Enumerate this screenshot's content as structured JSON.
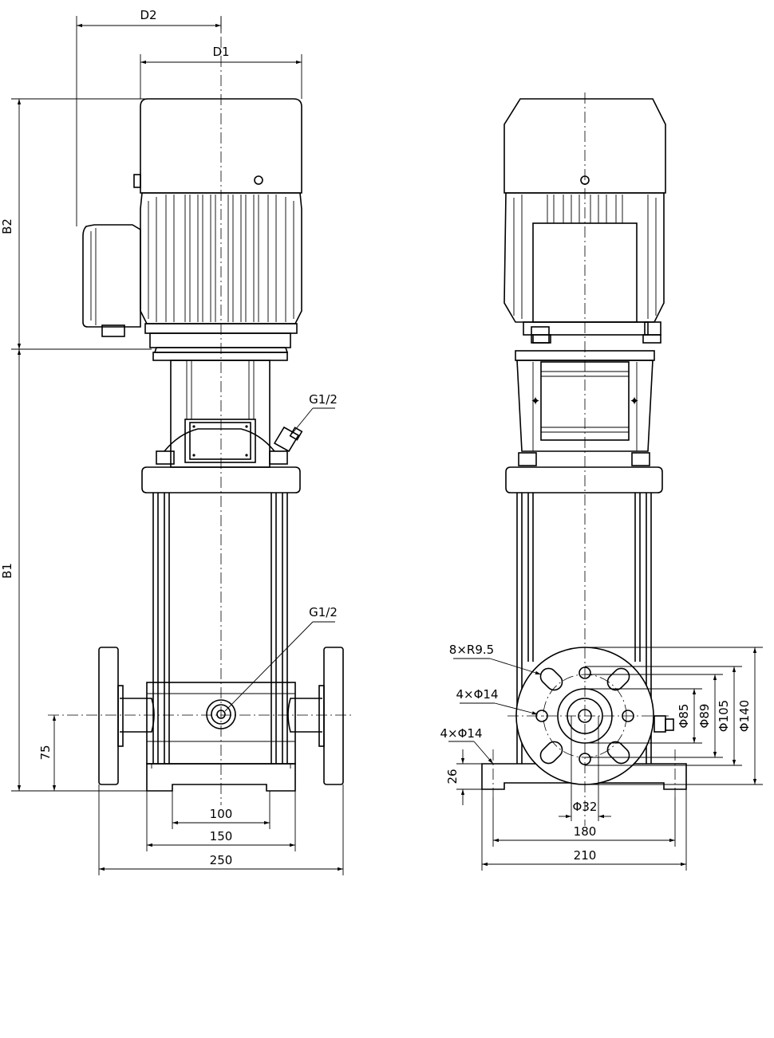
{
  "labels": {
    "D2": "D2",
    "D1": "D1",
    "B2": "B2",
    "B1": "B1",
    "port_top": "G1/2",
    "port_bottom": "G1/2",
    "h75": "75",
    "w100": "100",
    "w150": "150",
    "w250": "250",
    "slots": "8×R9.5",
    "holes_flange": "4×Φ14",
    "holes_base": "4×Φ14",
    "h26": "26",
    "d32": "Φ32",
    "w180": "180",
    "w210": "210",
    "d85": "Φ85",
    "d89": "Φ89",
    "d105": "Φ105",
    "d140": "Φ140"
  }
}
